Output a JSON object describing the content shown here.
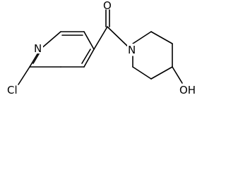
{
  "molecule": {
    "atom_labels": {
      "oxygen_carbonyl": "O",
      "nitrogen_pyridine": "N",
      "nitrogen_piperidine": "N",
      "chlorine": "Cl",
      "hydroxyl": "OH"
    }
  }
}
